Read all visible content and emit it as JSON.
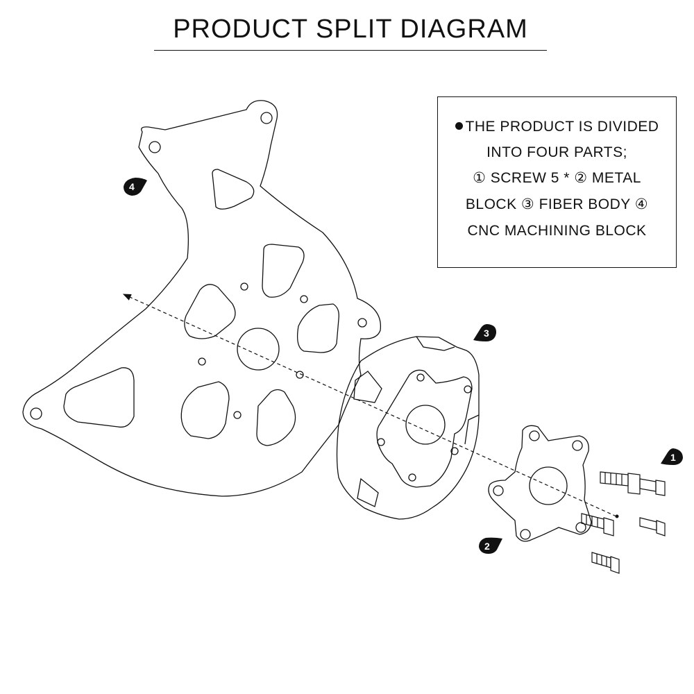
{
  "title": "PRODUCT SPLIT DIAGRAM",
  "info": {
    "lines": [
      "THE PRODUCT IS DIVIDED",
      "INTO FOUR PARTS;",
      "① SCREW 5 * ② METAL",
      "BLOCK ③ FIBER BODY ④",
      "CNC MACHINING BLOCK"
    ]
  },
  "callouts": {
    "screw": "1",
    "metal_block": "2",
    "fiber_body": "3",
    "cnc_block": "4"
  },
  "colors": {
    "line": "#111111",
    "background": "#ffffff"
  }
}
